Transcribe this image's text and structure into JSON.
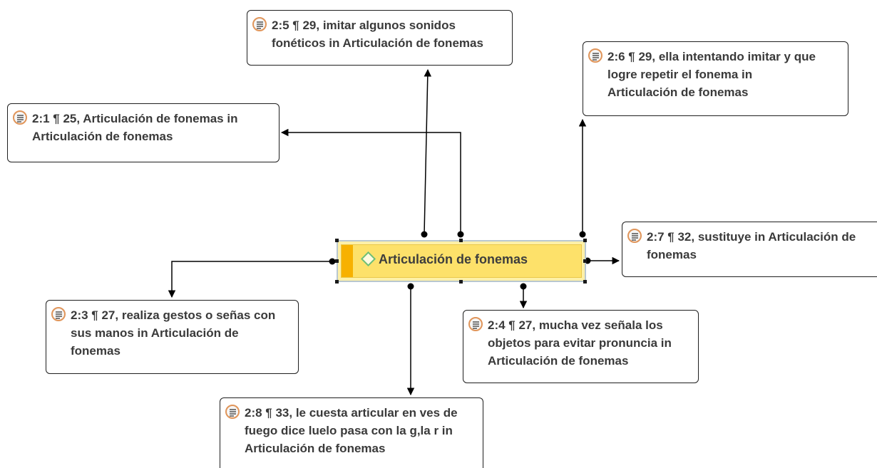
{
  "code": {
    "label": "Articulación de fonemas",
    "icon": "code-diamond-icon"
  },
  "quotations": [
    {
      "id": "q-2-5",
      "icon": "quotation-icon",
      "lines": [
        "2:5 ¶ 29, imitar algunos sonidos",
        "fonéticos in Articulación de fonemas"
      ]
    },
    {
      "id": "q-2-6",
      "icon": "quotation-icon",
      "lines": [
        "2:6 ¶ 29, ella intentando imitar y que",
        "logre repetir el fonema in",
        "Articulación de fonemas"
      ]
    },
    {
      "id": "q-2-1",
      "icon": "quotation-icon",
      "lines": [
        "2:1 ¶ 25, Articulación de fonemas in",
        "Articulación de fonemas"
      ]
    },
    {
      "id": "q-2-7",
      "icon": "quotation-icon",
      "lines": [
        "2:7 ¶ 32, sustituye in Articulación de",
        "fonemas"
      ]
    },
    {
      "id": "q-2-3",
      "icon": "quotation-icon",
      "lines": [
        "2:3 ¶ 27, realiza gestos o señas con",
        "sus manos in Articulación de",
        "fonemas"
      ]
    },
    {
      "id": "q-2-4",
      "icon": "quotation-icon",
      "lines": [
        "2:4 ¶ 27, mucha vez señala los",
        "objetos para evitar pronuncia in",
        "Articulación de fonemas"
      ]
    },
    {
      "id": "q-2-8",
      "icon": "quotation-icon",
      "lines": [
        "2:8 ¶ 33, le cuesta articular en ves de",
        "fuego dice luelo pasa con la g,la r in",
        "Articulación de fonemas"
      ]
    }
  ],
  "colors": {
    "code_fill": "#fde16a",
    "code_stripe": "#f7b100",
    "code_border": "#b8c7d0",
    "diamond": "#6fbf73",
    "quotation_icon_ring": "#e0955a",
    "edge": "#000000"
  }
}
